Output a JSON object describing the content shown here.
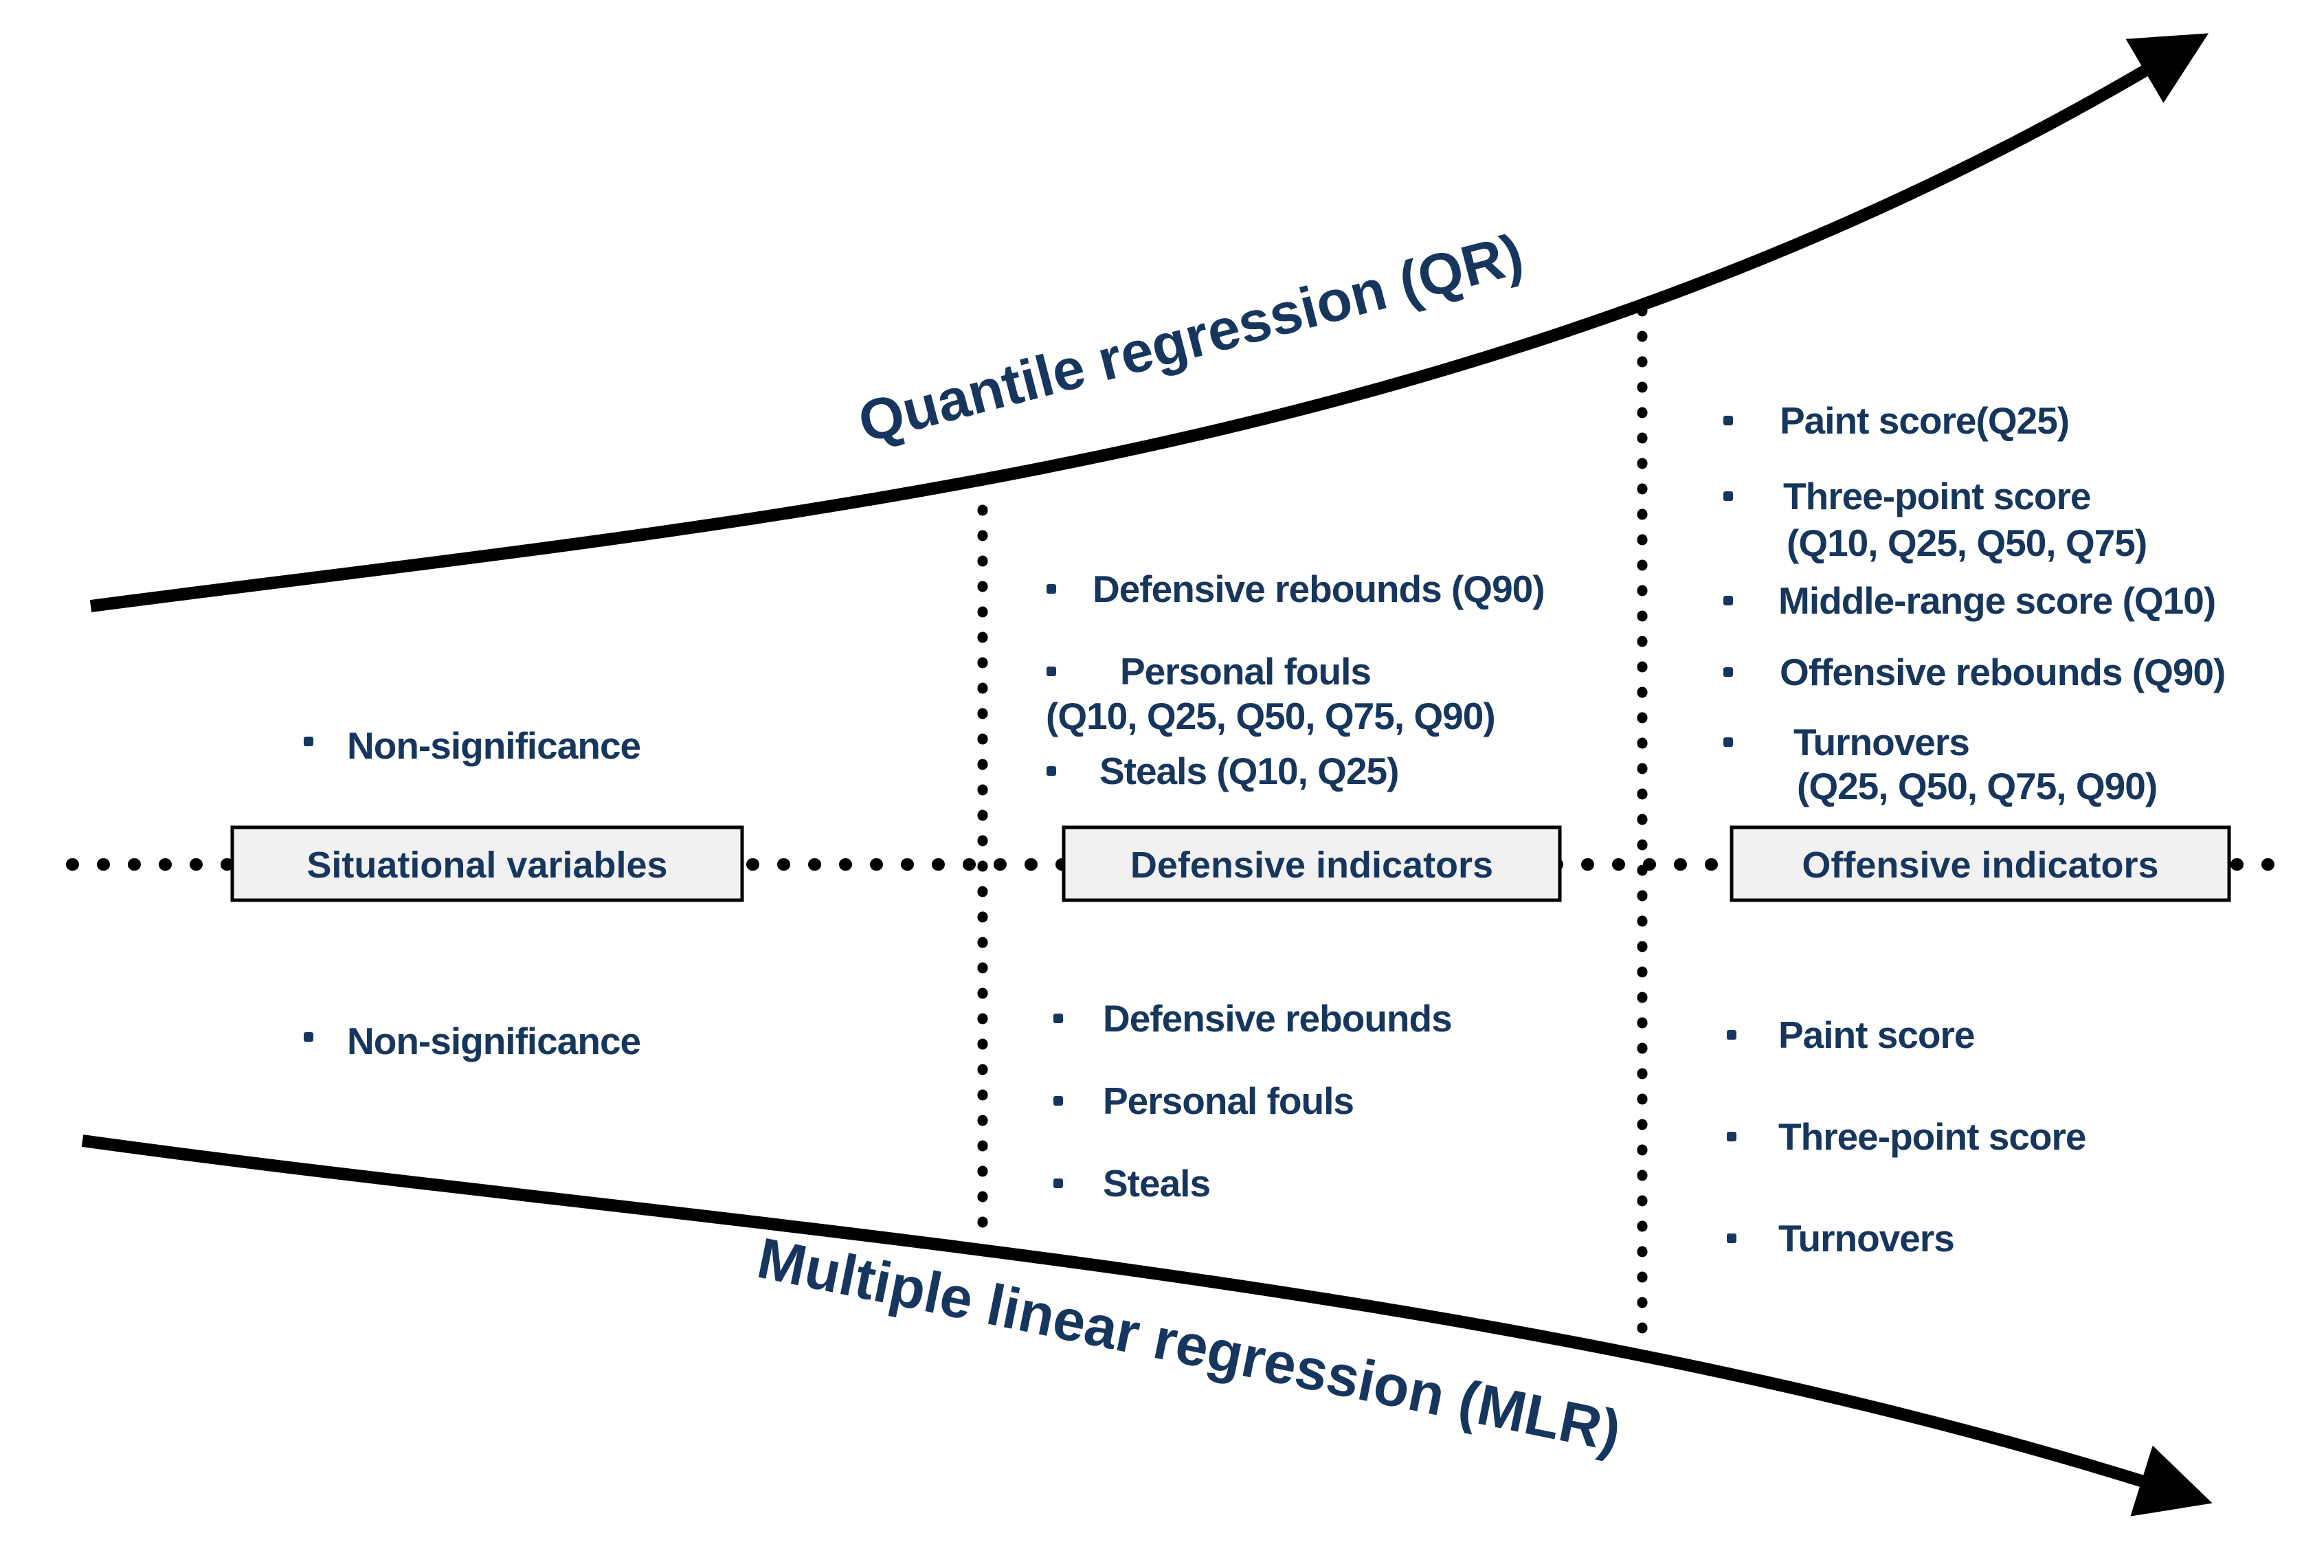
{
  "title": "QR vs MLR significant indicators diagram",
  "colors": {
    "text": "#17365d",
    "line": "#000000",
    "box_fill": "#f1f1f1",
    "box_border": "#000000",
    "bg": "#ffffff"
  },
  "axes": {
    "qr_label": "Quantile regression (QR)",
    "mlr_label": "Multiple linear regression (MLR)"
  },
  "boxes": [
    {
      "label": "Situational variables"
    },
    {
      "label": "Defensive indicators"
    },
    {
      "label": "Offensive indicators"
    }
  ],
  "qr_section": {
    "situational": [
      "Non-significance"
    ],
    "defensive": [
      "Defensive rebounds (Q90)",
      "Personal fouls",
      "(Q10, Q25, Q50, Q75, Q90)",
      "Steals (Q10, Q25)"
    ],
    "offensive": [
      "Paint score(Q25)",
      "Three-point score",
      "(Q10, Q25, Q50, Q75)",
      "Middle-range score (Q10)",
      "Offensive rebounds (Q90)",
      "Turnovers",
      "(Q25, Q50, Q75, Q90)"
    ]
  },
  "mlr_section": {
    "situational": [
      "Non-significance"
    ],
    "defensive": [
      "Defensive rebounds",
      "Personal fouls",
      "Steals"
    ],
    "offensive": [
      "Paint score",
      "Three-point score",
      "Turnovers"
    ]
  }
}
